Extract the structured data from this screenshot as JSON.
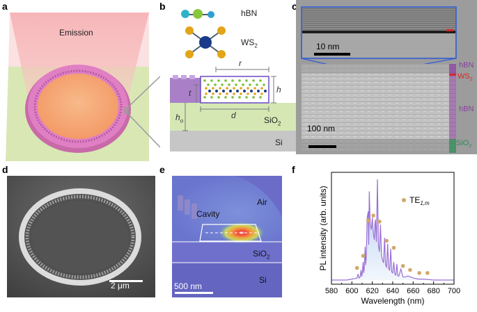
{
  "panels": {
    "a": {
      "letter": "a",
      "emission_label": "Emission"
    },
    "b": {
      "letter": "b",
      "hbn_label": "hBN",
      "ws2_label_main": "WS",
      "ws2_label_sub": "2",
      "dim_r": "r",
      "dim_t": "t",
      "dim_h": "h",
      "dim_d": "d",
      "dim_ho_main": "h",
      "dim_ho_sub": "o",
      "sio2_main": "SiO",
      "sio2_sub": "2",
      "si_label": "Si"
    },
    "c": {
      "letter": "c",
      "scale_top": "10 nm",
      "scale_bottom": "100 nm",
      "layer_hbn_top": "hBN",
      "layer_ws2_main": "WS",
      "layer_ws2_sub": "2",
      "layer_hbn_mid": "hBN",
      "layer_sio2_main": "SiO",
      "layer_sio2_sub": "2"
    },
    "d": {
      "letter": "d",
      "scale": "2 μm"
    },
    "e": {
      "letter": "e",
      "air_label": "Air",
      "cavity_label": "Cavity",
      "sio2_main": "SiO",
      "sio2_sub": "2",
      "si_label": "Si",
      "scale": "500 nm"
    },
    "f": {
      "letter": "f"
    }
  },
  "colors": {
    "hbn_purple": "#8a3ea0",
    "ws2_red": "#d8262a",
    "sio2_green": "#2e8b57",
    "spectrum_line": "#9b6fd6",
    "spectrum_fill": "#a9c8ee",
    "marker": "#d2a867"
  },
  "chart_data": {
    "type": "line",
    "xlabel": "Wavelength (nm)",
    "ylabel": "PL intensity (arb. units)",
    "xlim": [
      580,
      700
    ],
    "xticks": [
      "580",
      "600",
      "620",
      "640",
      "660",
      "680",
      "700"
    ],
    "legend": {
      "marker_label_main": "TE",
      "marker_label_sub": "1,m",
      "placement": "top-right"
    },
    "series": [
      {
        "kind": "spectrum",
        "x": [
          580,
          595,
          600,
          603,
          605,
          606,
          607,
          608,
          609,
          609.5,
          610,
          611,
          611.5,
          612,
          613,
          613.5,
          614,
          615,
          616,
          616.5,
          617,
          618,
          619,
          620,
          621,
          622,
          622.5,
          623,
          624,
          625,
          626,
          627,
          628,
          629,
          630,
          631,
          632,
          633,
          634,
          635,
          636,
          637,
          638,
          639,
          640,
          641,
          642,
          643,
          644,
          645,
          646,
          648,
          650,
          652,
          655,
          660,
          665,
          670,
          680,
          700
        ],
        "y": [
          0.0,
          0.0,
          0.01,
          0.015,
          0.02,
          0.06,
          0.02,
          0.03,
          0.1,
          0.04,
          0.05,
          0.18,
          0.07,
          0.1,
          0.33,
          0.15,
          0.22,
          0.62,
          0.68,
          0.35,
          0.88,
          0.55,
          0.5,
          0.62,
          0.46,
          0.4,
          0.55,
          0.6,
          0.38,
          1.0,
          0.34,
          0.28,
          0.55,
          0.24,
          0.2,
          0.17,
          0.42,
          0.15,
          0.13,
          0.36,
          0.11,
          0.1,
          0.31,
          0.08,
          0.07,
          0.18,
          0.06,
          0.05,
          0.16,
          0.04,
          0.04,
          0.11,
          0.03,
          0.03,
          0.04,
          0.02,
          0.01,
          0.01,
          0.0,
          0.0
        ]
      },
      {
        "kind": "markers",
        "x": [
          605,
          611,
          616,
          621,
          627,
          634,
          641,
          650,
          657,
          666,
          674
        ],
        "y": [
          0.12,
          0.24,
          0.59,
          0.64,
          0.58,
          0.39,
          0.32,
          0.14,
          0.1,
          0.07,
          0.07
        ]
      }
    ]
  }
}
